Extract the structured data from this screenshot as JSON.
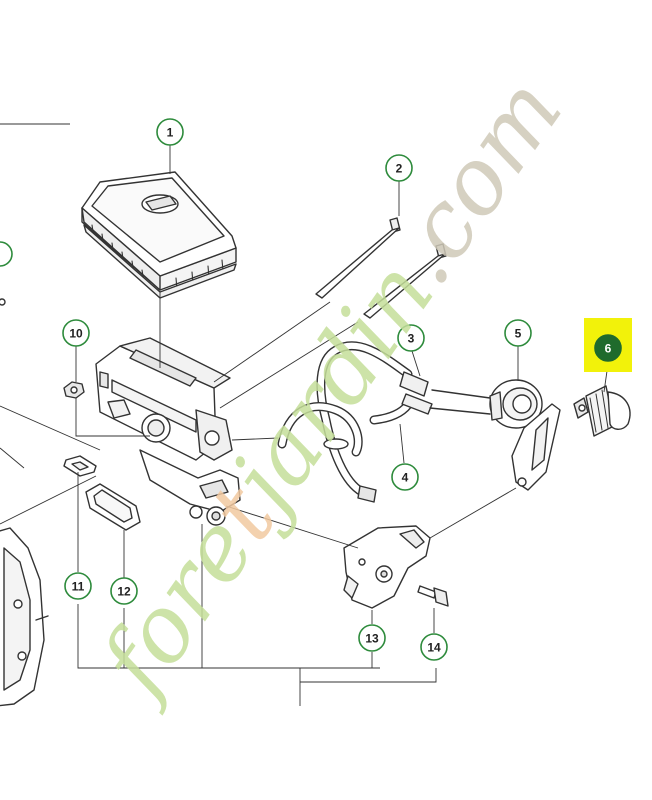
{
  "callouts": [
    {
      "number": "1"
    },
    {
      "number": "2"
    },
    {
      "number": "3"
    },
    {
      "number": "4"
    },
    {
      "number": "5"
    },
    {
      "number": "6",
      "highlighted": true
    },
    {
      "number": "10"
    },
    {
      "number": "11"
    },
    {
      "number": "12"
    },
    {
      "number": "13"
    },
    {
      "number": "14"
    }
  ],
  "watermark": {
    "text": "foretjardin.com",
    "colors": {
      "fore": "#c5df9a",
      "t": "#f2c9a0",
      "jardin": "#c5df9a",
      "dotcom": "#cfc9b8"
    }
  },
  "colors": {
    "callout_ring": "#2e8b3c",
    "highlight_fill": "#f2f20a",
    "highlight_badge": "#1f6b2c",
    "line_art": "#333333"
  }
}
